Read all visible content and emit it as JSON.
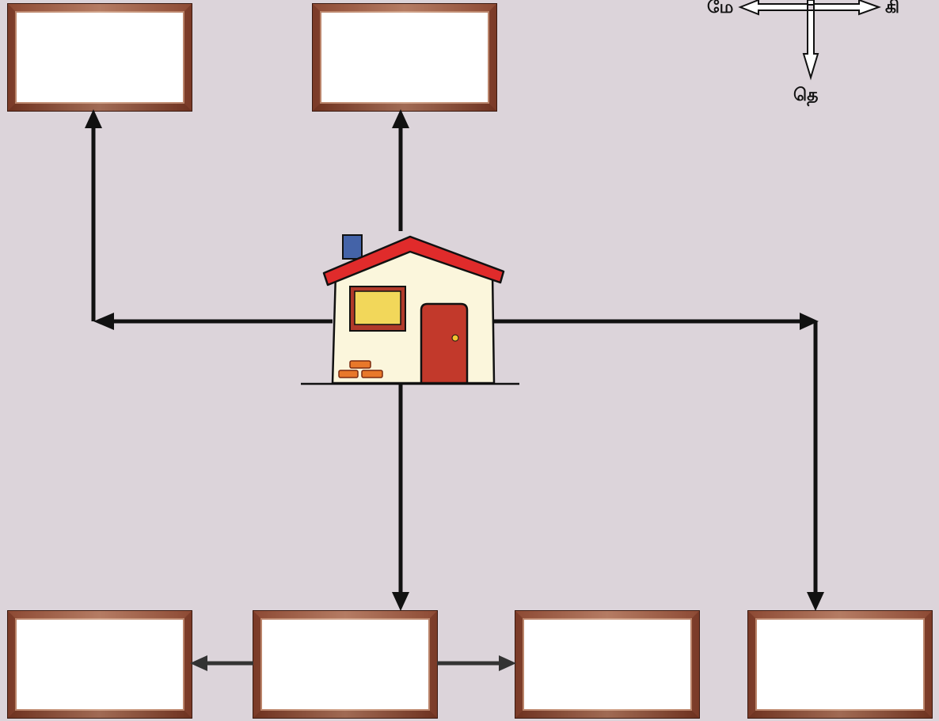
{
  "colors": {
    "background": "#dcd4da",
    "frame": "#7a3a27",
    "arrow": "#111111",
    "roof": "#e02b2b",
    "wall": "#fbf6dc",
    "chimney": "#4463a8",
    "window": "#f2d75a",
    "window_frame": "#b13a2a",
    "door": "#c2392b",
    "bricks": "#e8782a"
  },
  "compass": {
    "west_label": "மே",
    "east_label": "கி",
    "south_label": "தெ"
  },
  "boxes": [
    {
      "id": "top-left",
      "text": ""
    },
    {
      "id": "top-center",
      "text": ""
    },
    {
      "id": "bottom-1",
      "text": ""
    },
    {
      "id": "bottom-2",
      "text": ""
    },
    {
      "id": "bottom-3",
      "text": ""
    },
    {
      "id": "bottom-4",
      "text": ""
    }
  ]
}
